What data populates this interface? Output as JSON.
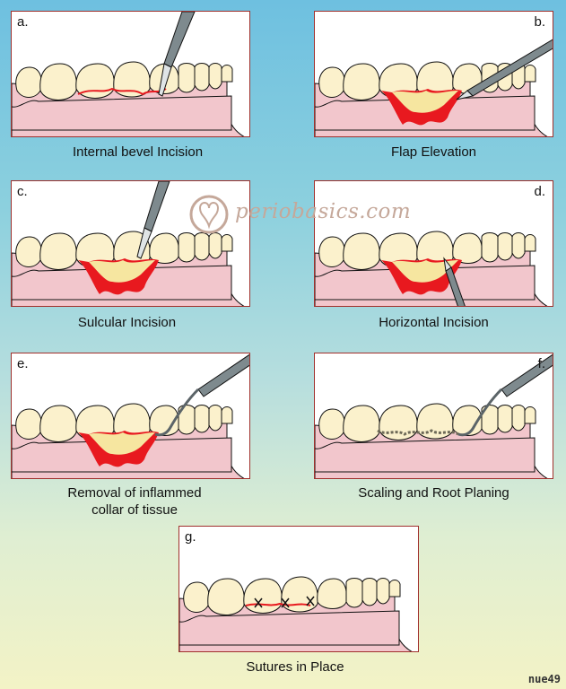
{
  "panels": [
    {
      "letter": "a.",
      "caption": "Internal bevel Incision"
    },
    {
      "letter": "b.",
      "caption": "Flap Elevation"
    },
    {
      "letter": "c.",
      "caption": "Sulcular Incision"
    },
    {
      "letter": "d.",
      "caption": "Horizontal Incision"
    },
    {
      "letter": "e.",
      "caption_line1": "Removal of inflammed",
      "caption_line2": "collar of tissue"
    },
    {
      "letter": "f.",
      "caption": "Scaling and Root Planing"
    },
    {
      "letter": "g.",
      "caption": "Sutures in Place"
    }
  ],
  "watermark": "periobasics.com",
  "signature": "nue49",
  "colors": {
    "gum": "#f2c6cc",
    "tooth": "#fbf1cc",
    "incision": "#e8191f",
    "bone": "#f6e6a0",
    "instrument": "#7e8a8e",
    "frame": "#a0302c"
  }
}
